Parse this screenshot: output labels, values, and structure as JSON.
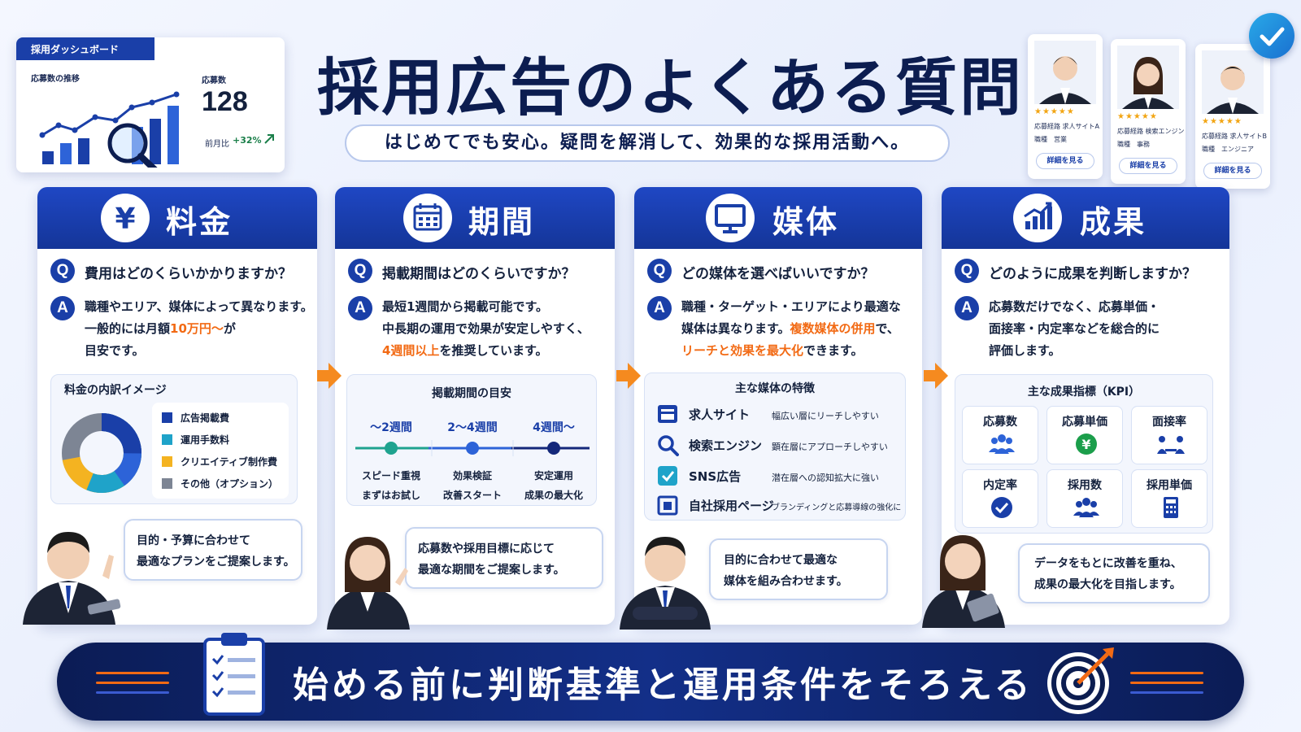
{
  "dashboard": {
    "tab": "採用ダッシュボード",
    "trend_label": "応募数の推移",
    "count_label": "応募数",
    "count_value": "128",
    "mom_label": "前月比",
    "mom_value": "+32%"
  },
  "title": "採用広告のよくある質問",
  "subtitle": "はじめてでも安心。疑問を解消して、効果的な採用活動へ。",
  "profiles": [
    {
      "src_label": "応募経路",
      "src": "求人サイトA",
      "job_label": "職種",
      "job": "営業",
      "button": "詳細を見る"
    },
    {
      "src_label": "応募経路",
      "src": "検索エンジン",
      "job_label": "職種",
      "job": "事務",
      "button": "詳細を見る"
    },
    {
      "src_label": "応募経路",
      "src": "求人サイトB",
      "job_label": "職種",
      "job": "エンジニア",
      "button": "詳細を見る"
    }
  ],
  "cards": {
    "fee": {
      "title": "料金",
      "q_badge": "Q",
      "question": "費用はどのくらいかかりますか？",
      "a_badge": "A",
      "answer_l1": "職種やエリア、媒体によって異なります。",
      "answer_l2a": "一般的には月額",
      "answer_l2_hl": "10万円〜",
      "answer_l2b": "が",
      "answer_l3": "目安です。",
      "panel_title": "料金の内訳イメージ",
      "legend": [
        {
          "label": "広告掲載費",
          "color": "#1a3fa8"
        },
        {
          "label": "運用手数料",
          "color": "#1fa3c9"
        },
        {
          "label": "クリエイティブ制作費",
          "color": "#f4b321"
        },
        {
          "label": "その他（オプション）",
          "color": "#7d8594"
        }
      ],
      "bubble_l1": "目的・予算に合わせて",
      "bubble_l2": "最適なプランをご提案します。"
    },
    "period": {
      "title": "期間",
      "q_badge": "Q",
      "question": "掲載期間はどのくらいですか？",
      "a_badge": "A",
      "answer_l1": "最短1週間から掲載可能です。",
      "answer_l2": "中長期の運用で効果が安定しやすく、",
      "answer_l3_hl": "4週間以上",
      "answer_l3b": "を推奨しています。",
      "panel_title": "掲載期間の目安",
      "timeline": [
        {
          "label": "〜2週間",
          "d1": "スピード重視",
          "d2": "まずはお試し"
        },
        {
          "label": "2〜4週間",
          "d1": "効果検証",
          "d2": "改善スタート"
        },
        {
          "label": "4週間〜",
          "d1": "安定運用",
          "d2": "成果の最大化"
        }
      ],
      "bubble_l1": "応募数や採用目標に応じて",
      "bubble_l2": "最適な期間をご提案します。"
    },
    "media": {
      "title": "媒体",
      "q_badge": "Q",
      "question": "どの媒体を選べばいいですか？",
      "a_badge": "A",
      "answer_l1": "職種・ターゲット・エリアにより最適な",
      "answer_l2a": "媒体は異なります。",
      "answer_l2_hl": "複数媒体の併用",
      "answer_l2b": "で、",
      "answer_l3_hl": "リーチと効果を最大化",
      "answer_l3b": "できます。",
      "panel_title": "主な媒体の特徴",
      "rows": [
        {
          "name": "求人サイト",
          "desc": "幅広い層にリーチしやすい"
        },
        {
          "name": "検索エンジン",
          "desc": "顕在層にアプローチしやすい"
        },
        {
          "name": "SNS広告",
          "desc": "潜在層への認知拡大に強い"
        },
        {
          "name": "自社採用ページ",
          "desc": "ブランディングと応募導線の強化に"
        }
      ],
      "bubble_l1": "目的に合わせて最適な",
      "bubble_l2": "媒体を組み合わせます。"
    },
    "result": {
      "title": "成果",
      "q_badge": "Q",
      "question": "どのように成果を判断しますか？",
      "a_badge": "A",
      "answer_l1": "応募数だけでなく、応募単価・",
      "answer_l2": "面接率・内定率などを総合的に",
      "answer_l3": "評価します。",
      "panel_title": "主な成果指標（KPI）",
      "kpis": [
        "応募数",
        "応募単価",
        "面接率",
        "内定率",
        "採用数",
        "採用単価"
      ],
      "bubble_l1": "データをもとに改善を重ね、",
      "bubble_l2": "成果の最大化を目指します。"
    }
  },
  "banner": "始める前に判断基準と運用条件をそろえる",
  "colors": {
    "primary": "#1a3fa8",
    "navy": "#0c1d50",
    "accent": "#f26a14",
    "arrow": "#f58a1f"
  }
}
